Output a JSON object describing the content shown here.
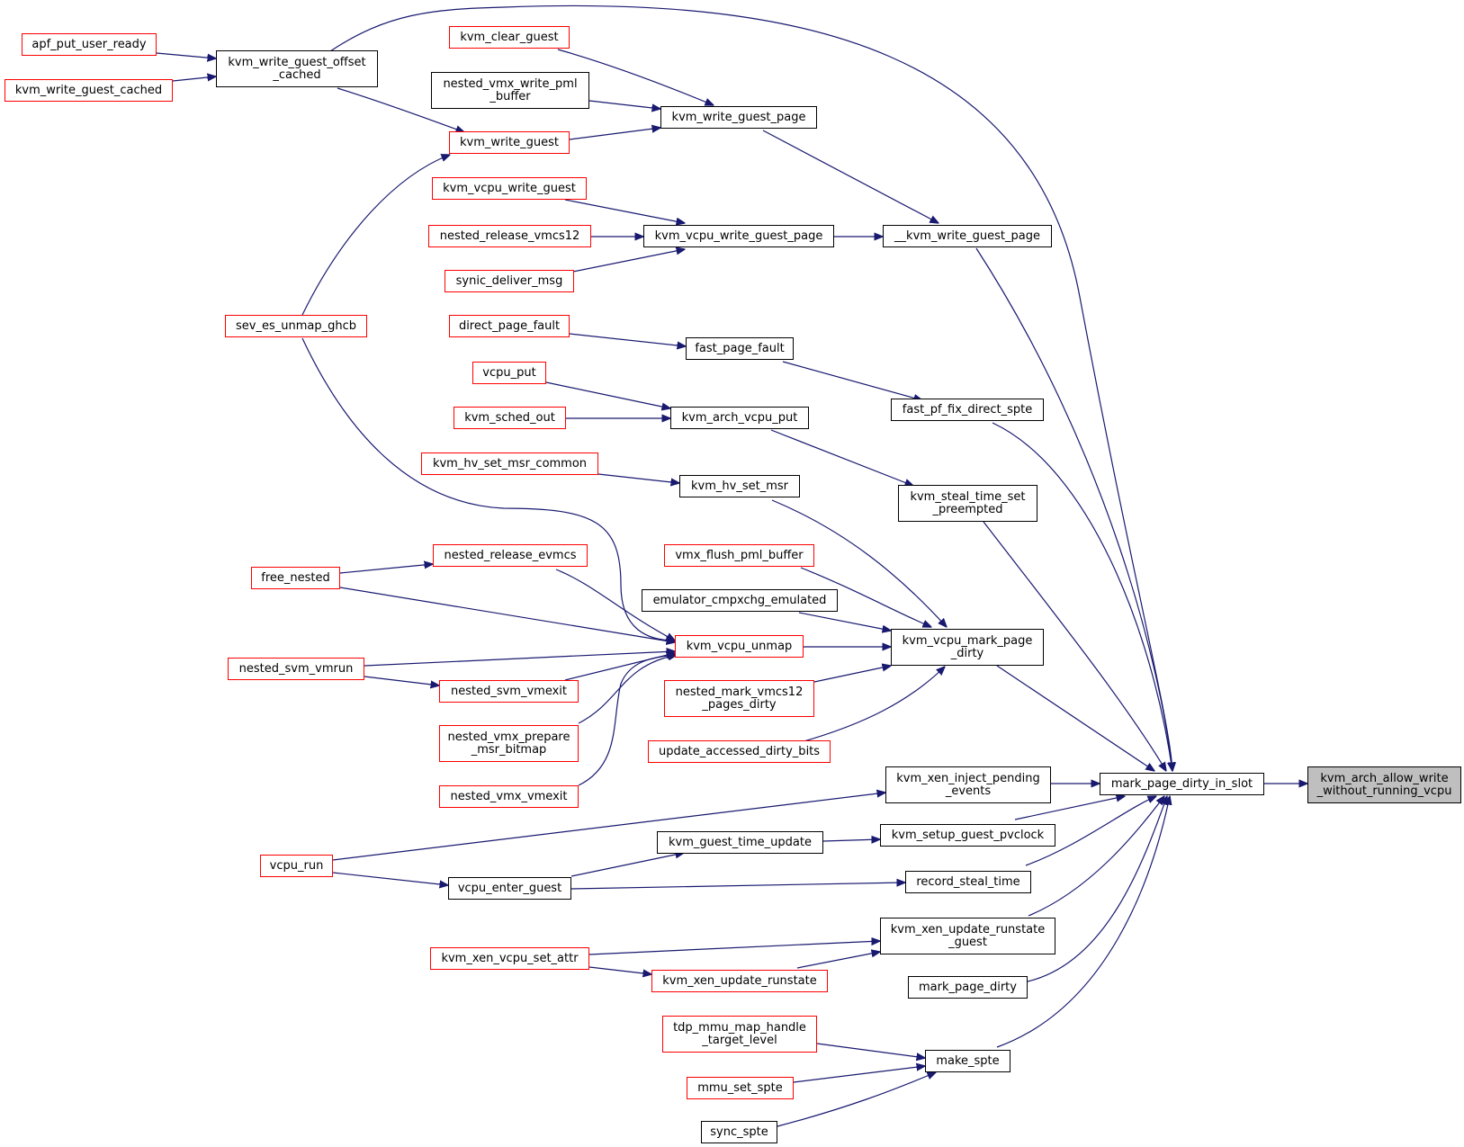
{
  "colors": {
    "edge": "#191970",
    "red_border": "#ff0000",
    "black_border": "#000000",
    "focus_fill": "#bfbfbf"
  },
  "nodes": {
    "apf_put_user_ready": "apf_put_user_ready",
    "kvm_write_guest_cached": "kvm_write_guest_cached",
    "kvm_write_guest_offset_cached": "kvm_write_guest_offset\n_cached",
    "kvm_clear_guest": "kvm_clear_guest",
    "nested_vmx_write_pml_buffer": "nested_vmx_write_pml\n_buffer",
    "kvm_write_guest_page": "kvm_write_guest_page",
    "kvm_write_guest": "kvm_write_guest",
    "kvm_vcpu_write_guest": "kvm_vcpu_write_guest",
    "nested_release_vmcs12": "nested_release_vmcs12",
    "kvm_vcpu_write_guest_page": "kvm_vcpu_write_guest_page",
    "__kvm_write_guest_page": "__kvm_write_guest_page",
    "synic_deliver_msg": "synic_deliver_msg",
    "sev_es_unmap_ghcb": "sev_es_unmap_ghcb",
    "direct_page_fault": "direct_page_fault",
    "fast_page_fault": "fast_page_fault",
    "vcpu_put": "vcpu_put",
    "fast_pf_fix_direct_spte": "fast_pf_fix_direct_spte",
    "kvm_sched_out": "kvm_sched_out",
    "kvm_arch_vcpu_put": "kvm_arch_vcpu_put",
    "kvm_hv_set_msr_common": "kvm_hv_set_msr_common",
    "kvm_hv_set_msr": "kvm_hv_set_msr",
    "kvm_steal_time_set_preempted": "kvm_steal_time_set\n_preempted",
    "vmx_flush_pml_buffer": "vmx_flush_pml_buffer",
    "nested_release_evmcs": "nested_release_evmcs",
    "free_nested": "free_nested",
    "emulator_cmpxchg_emulated": "emulator_cmpxchg_emulated",
    "kvm_vcpu_unmap": "kvm_vcpu_unmap",
    "kvm_vcpu_mark_page_dirty": "kvm_vcpu_mark_page\n_dirty",
    "nested_svm_vmrun": "nested_svm_vmrun",
    "nested_svm_vmexit": "nested_svm_vmexit",
    "nested_mark_vmcs12_pages_dirty": "nested_mark_vmcs12\n_pages_dirty",
    "nested_vmx_prepare_msr_bitmap": "nested_vmx_prepare\n_msr_bitmap",
    "update_accessed_dirty_bits": "update_accessed_dirty_bits",
    "kvm_xen_inject_pending_events": "kvm_xen_inject_pending\n_events",
    "mark_page_dirty_in_slot": "mark_page_dirty_in_slot",
    "kvm_arch_allow_write_without_running_vcpu": "kvm_arch_allow_write\n_without_running_vcpu",
    "nested_vmx_vmexit": "nested_vmx_vmexit",
    "kvm_setup_guest_pvclock": "kvm_setup_guest_pvclock",
    "kvm_guest_time_update": "kvm_guest_time_update",
    "vcpu_run": "vcpu_run",
    "record_steal_time": "record_steal_time",
    "vcpu_enter_guest": "vcpu_enter_guest",
    "kvm_xen_update_runstate_guest": "kvm_xen_update_runstate\n_guest",
    "kvm_xen_vcpu_set_attr": "kvm_xen_vcpu_set_attr",
    "kvm_xen_update_runstate": "kvm_xen_update_runstate",
    "mark_page_dirty": "mark_page_dirty",
    "tdp_mmu_map_handle_target_level": "tdp_mmu_map_handle\n_target_level",
    "make_spte": "make_spte",
    "mmu_set_spte": "mmu_set_spte",
    "sync_spte": "sync_spte"
  }
}
